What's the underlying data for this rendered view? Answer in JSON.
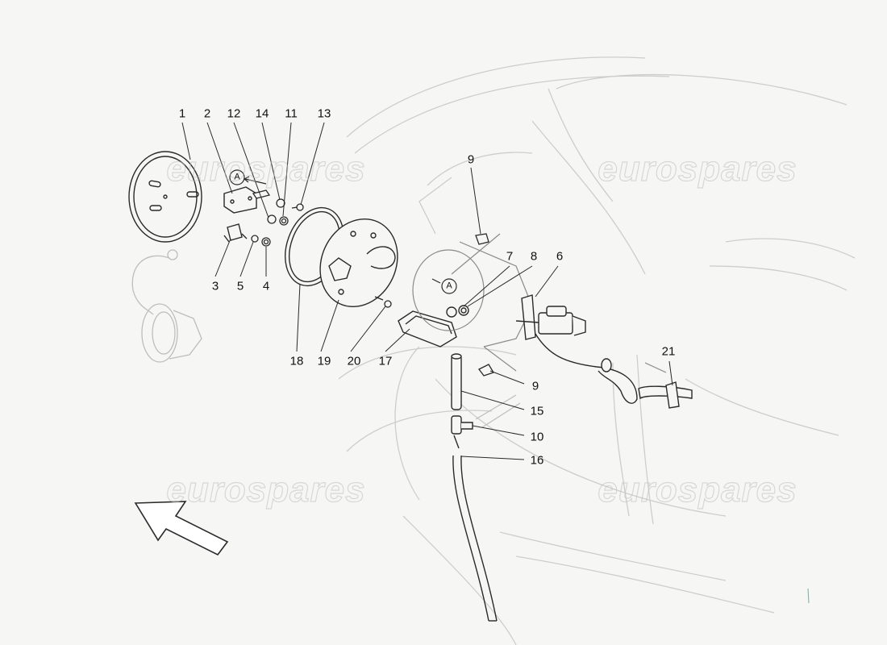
{
  "watermark": {
    "text": "eurospares"
  },
  "callouts": {
    "c1": "1",
    "c2": "2",
    "c12": "12",
    "c14": "14",
    "c11": "11",
    "c13": "13",
    "c3": "3",
    "c5": "5",
    "c4": "4",
    "c18": "18",
    "c19": "19",
    "c20": "20",
    "c17": "17",
    "c9a": "9",
    "c7": "7",
    "c8": "8",
    "c6": "6",
    "c9b": "9",
    "c15": "15",
    "c10": "10",
    "c16": "16",
    "c21": "21",
    "refA1": "A",
    "refA2": "A"
  },
  "colors": {
    "line": "#2a2a2a",
    "ghost": "#c9c9c9",
    "background": "#f6f6f4"
  }
}
